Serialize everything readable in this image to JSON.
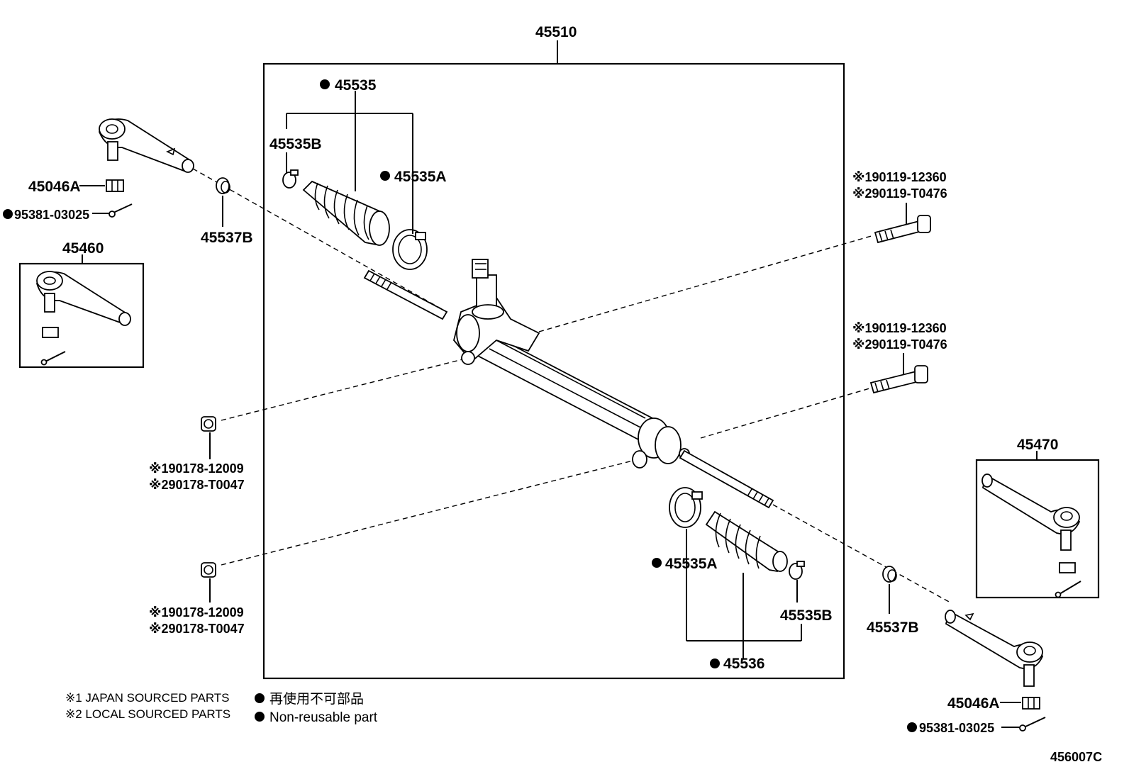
{
  "labels": {
    "assembly": "45510",
    "boot_kit_top": "45535",
    "clamp_top_b": "45535B",
    "clamp_top_a": "45535A",
    "tie_rod_end_left": "45460",
    "nut_left": "45046A",
    "cotter_left": "95381-03025",
    "bush_left": "45537B",
    "bolt_top_1": "※190119-12360",
    "bolt_top_2": "※290119-T0476",
    "bolt_mid_1": "※190119-12360",
    "bolt_mid_2": "※290119-T0476",
    "nut_mid_1": "※190178-12009",
    "nut_mid_2": "※290178-T0047",
    "nut_low_1": "※190178-12009",
    "nut_low_2": "※290178-T0047",
    "clamp_bottom_a": "45535A",
    "clamp_bottom_b": "45535B",
    "boot_bottom": "45536",
    "tie_rod_end_right": "45470",
    "bush_right": "45537B",
    "nut_right": "45046A",
    "cotter_right": "95381-03025",
    "drawing_code": "456007C"
  },
  "legend": {
    "note1": "※1 JAPAN SOURCED PARTS",
    "note2": "※2 LOCAL SOURCED PARTS",
    "mark_jp": "再使用不可部品",
    "mark_en": "Non-reusable part"
  }
}
